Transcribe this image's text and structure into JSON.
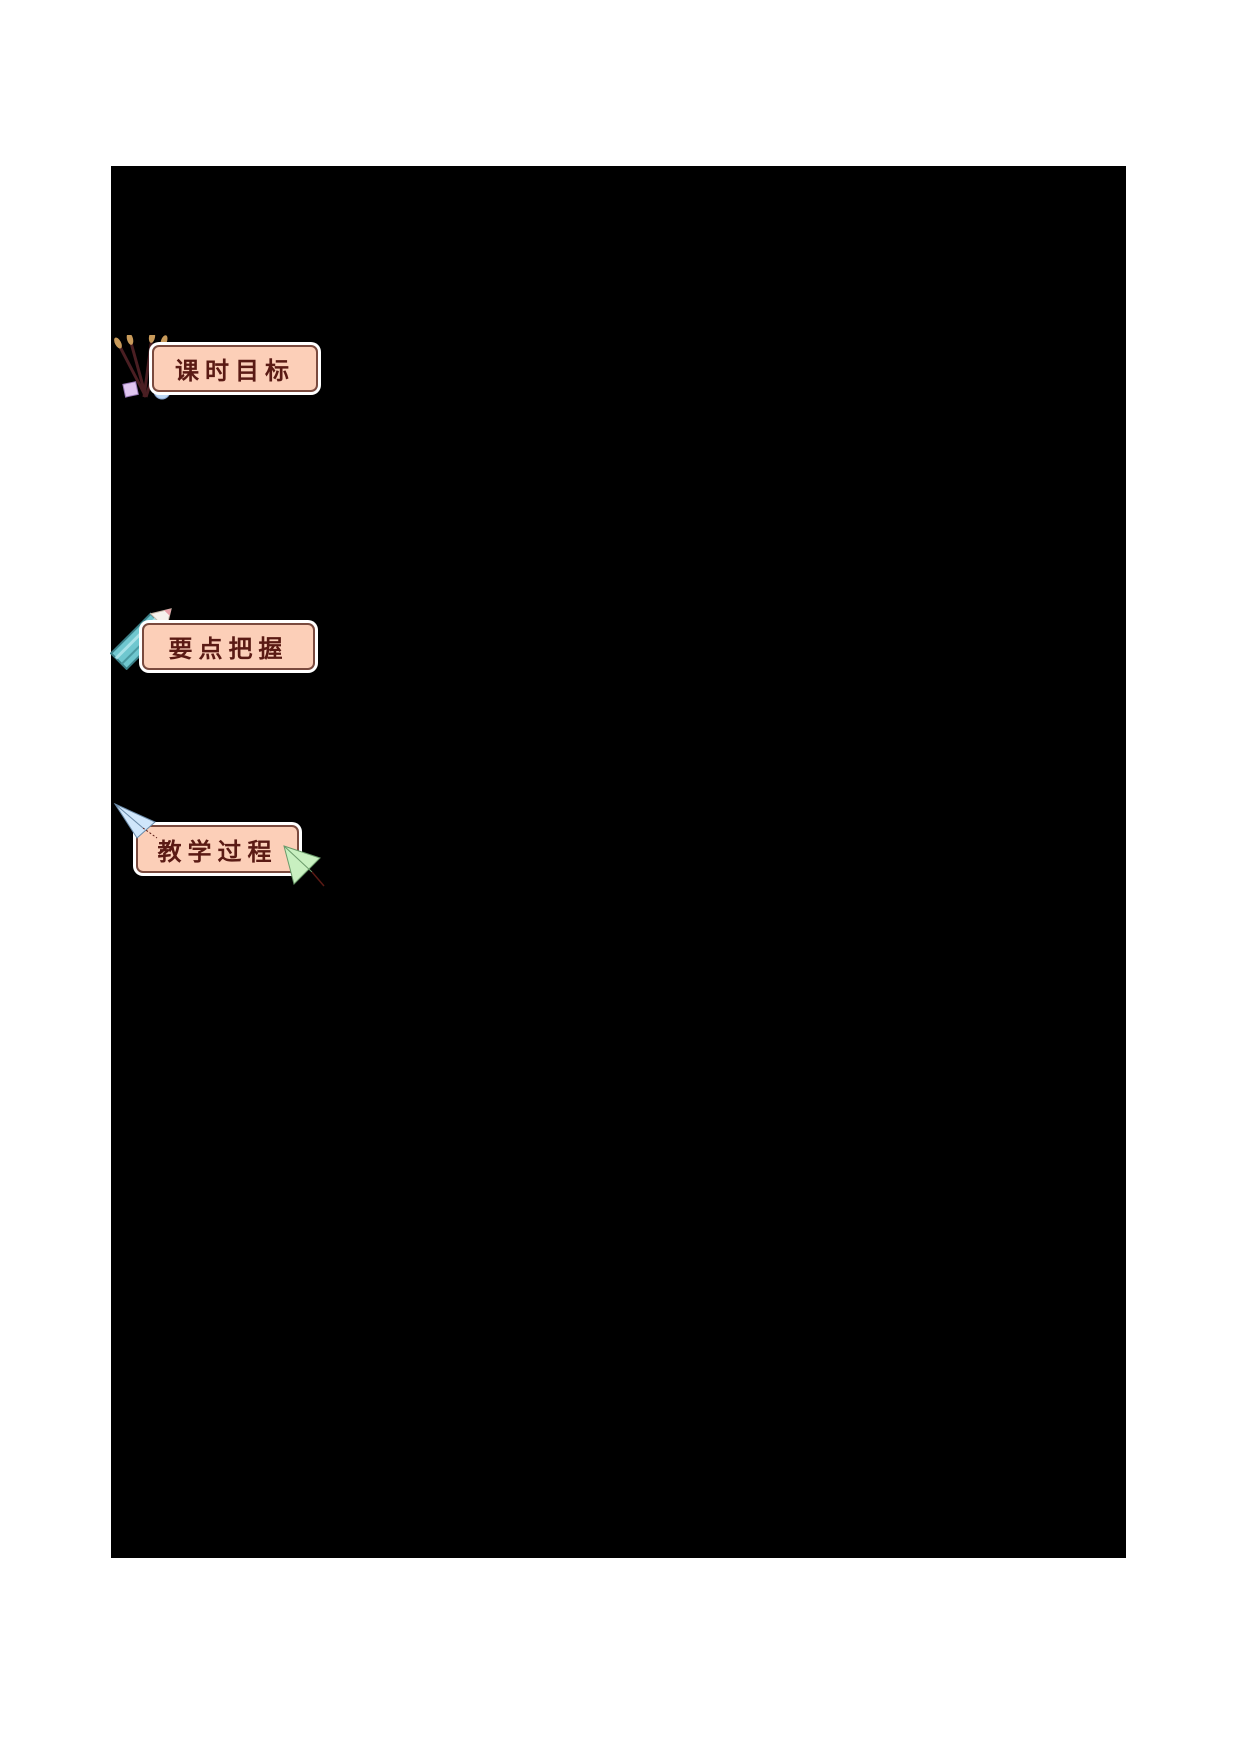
{
  "document": {
    "background_color": "#000000",
    "sections": [
      {
        "id": "objectives",
        "label": "课时目标",
        "icon": "brushes-icon"
      },
      {
        "id": "key-points",
        "label": "要点把握",
        "icon": "pencil-icon"
      },
      {
        "id": "process",
        "label": "教学过程",
        "icon": "paper-plane-icon"
      }
    ]
  },
  "colors": {
    "badge_fill": "#fccfb8",
    "badge_border": "#7a4a3e",
    "badge_text": "#5a1a14",
    "page_bg": "#ffffff"
  }
}
